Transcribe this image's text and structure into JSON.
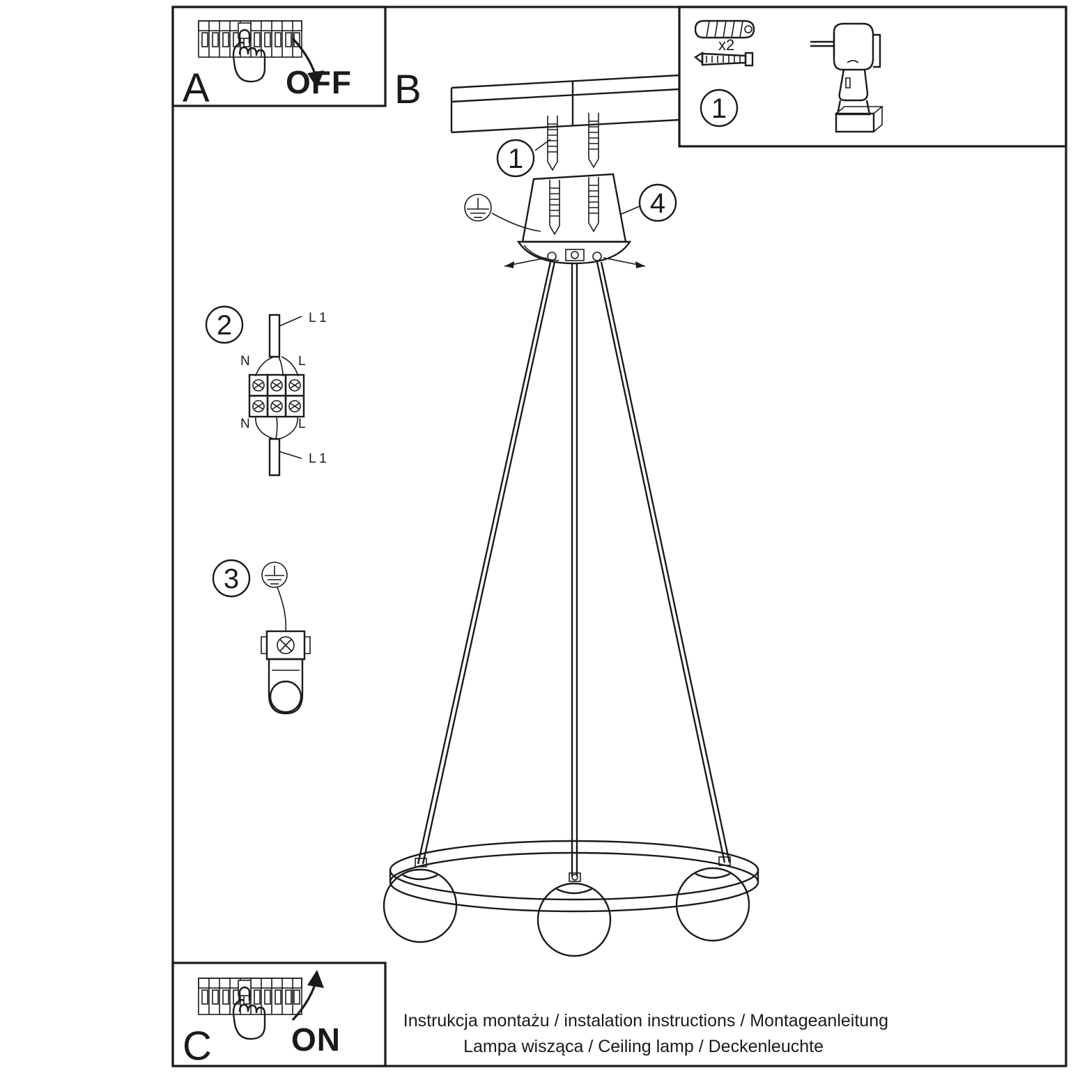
{
  "document": {
    "type": "assembly-instruction-sheet",
    "border_color": "#1a1a1a",
    "background": "#ffffff"
  },
  "steps": {
    "a": {
      "letter": "A",
      "label": "OFF",
      "icon": "circuit-breaker-hand-off-icon"
    },
    "b": {
      "letter": "B",
      "icon": "ceiling-lamp-mounting-icon"
    },
    "c": {
      "letter": "C",
      "label": "ON",
      "icon": "circuit-breaker-hand-on-icon"
    }
  },
  "callouts": {
    "one_drill": "1",
    "one_ceiling": "1",
    "two": "2",
    "three": "3",
    "four": "4"
  },
  "tools_panel": {
    "quantity": "x2",
    "dowel_icon": "wall-plug-icon",
    "screw_icon": "screw-icon",
    "drill_icon": "cordless-drill-icon"
  },
  "terminal_block": {
    "labels": {
      "top_lead": "L 1",
      "left_top": "N",
      "right_top": "L",
      "left_bottom": "N",
      "right_bottom": "L",
      "bottom_lead": "L 1"
    }
  },
  "earth": {
    "symbol_name": "earth-ground-icon"
  },
  "captions": {
    "line1": "Instrukcja montażu / instalation instructions / Montageanleitung",
    "line2": "Lampa wisząca / Ceiling lamp / Deckenleuchte"
  }
}
